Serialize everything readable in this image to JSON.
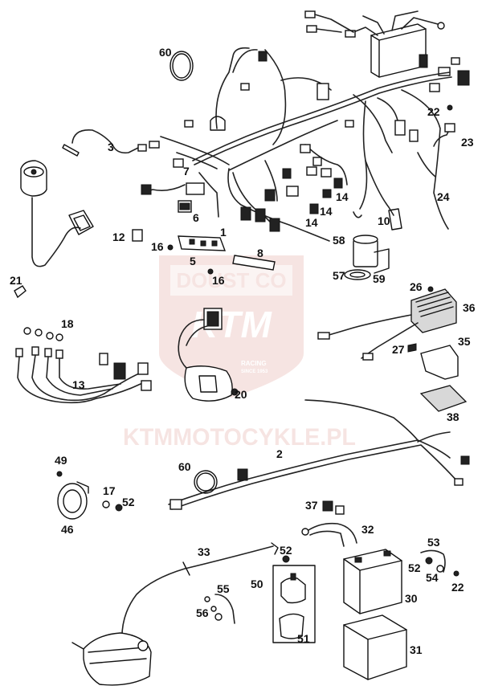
{
  "watermark": {
    "badge_top": "DOUST CO",
    "badge_brand": "KTM",
    "badge_line1": "RACING",
    "badge_line2": "SINCE 1953",
    "site": "KTMMOTOCYKLE.PL",
    "color": "#c0392b"
  },
  "callouts": [
    {
      "id": "c60a",
      "label": "60"
    },
    {
      "id": "c3",
      "label": "3"
    },
    {
      "id": "c7",
      "label": "7"
    },
    {
      "id": "c6",
      "label": "6"
    },
    {
      "id": "c1",
      "label": "1"
    },
    {
      "id": "c12",
      "label": "12"
    },
    {
      "id": "c16a",
      "label": "16"
    },
    {
      "id": "c5",
      "label": "5"
    },
    {
      "id": "c16b",
      "label": "16"
    },
    {
      "id": "c8",
      "label": "8"
    },
    {
      "id": "c21",
      "label": "21"
    },
    {
      "id": "c14a",
      "label": "14"
    },
    {
      "id": "c14b",
      "label": "14"
    },
    {
      "id": "c14c",
      "label": "14"
    },
    {
      "id": "c10",
      "label": "10"
    },
    {
      "id": "c58",
      "label": "58"
    },
    {
      "id": "c57",
      "label": "57"
    },
    {
      "id": "c59",
      "label": "59"
    },
    {
      "id": "c22a",
      "label": "22"
    },
    {
      "id": "c23",
      "label": "23"
    },
    {
      "id": "c24",
      "label": "24"
    },
    {
      "id": "c26",
      "label": "26"
    },
    {
      "id": "c36",
      "label": "36"
    },
    {
      "id": "c35",
      "label": "35"
    },
    {
      "id": "c27",
      "label": "27"
    },
    {
      "id": "c38",
      "label": "38"
    },
    {
      "id": "c18",
      "label": "18"
    },
    {
      "id": "c13",
      "label": "13"
    },
    {
      "id": "c20",
      "label": "20"
    },
    {
      "id": "c2",
      "label": "2"
    },
    {
      "id": "c60b",
      "label": "60"
    },
    {
      "id": "c49",
      "label": "49"
    },
    {
      "id": "c17",
      "label": "17"
    },
    {
      "id": "c52a",
      "label": "52"
    },
    {
      "id": "c46",
      "label": "46"
    },
    {
      "id": "c37",
      "label": "37"
    },
    {
      "id": "c32",
      "label": "32"
    },
    {
      "id": "c33",
      "label": "33"
    },
    {
      "id": "c52b",
      "label": "52"
    },
    {
      "id": "c50",
      "label": "50"
    },
    {
      "id": "c55",
      "label": "55"
    },
    {
      "id": "c56",
      "label": "56"
    },
    {
      "id": "c51",
      "label": "51"
    },
    {
      "id": "c53",
      "label": "53"
    },
    {
      "id": "c52c",
      "label": "52"
    },
    {
      "id": "c54",
      "label": "54"
    },
    {
      "id": "c22b",
      "label": "22"
    },
    {
      "id": "c30",
      "label": "30"
    },
    {
      "id": "c31",
      "label": "31"
    }
  ]
}
